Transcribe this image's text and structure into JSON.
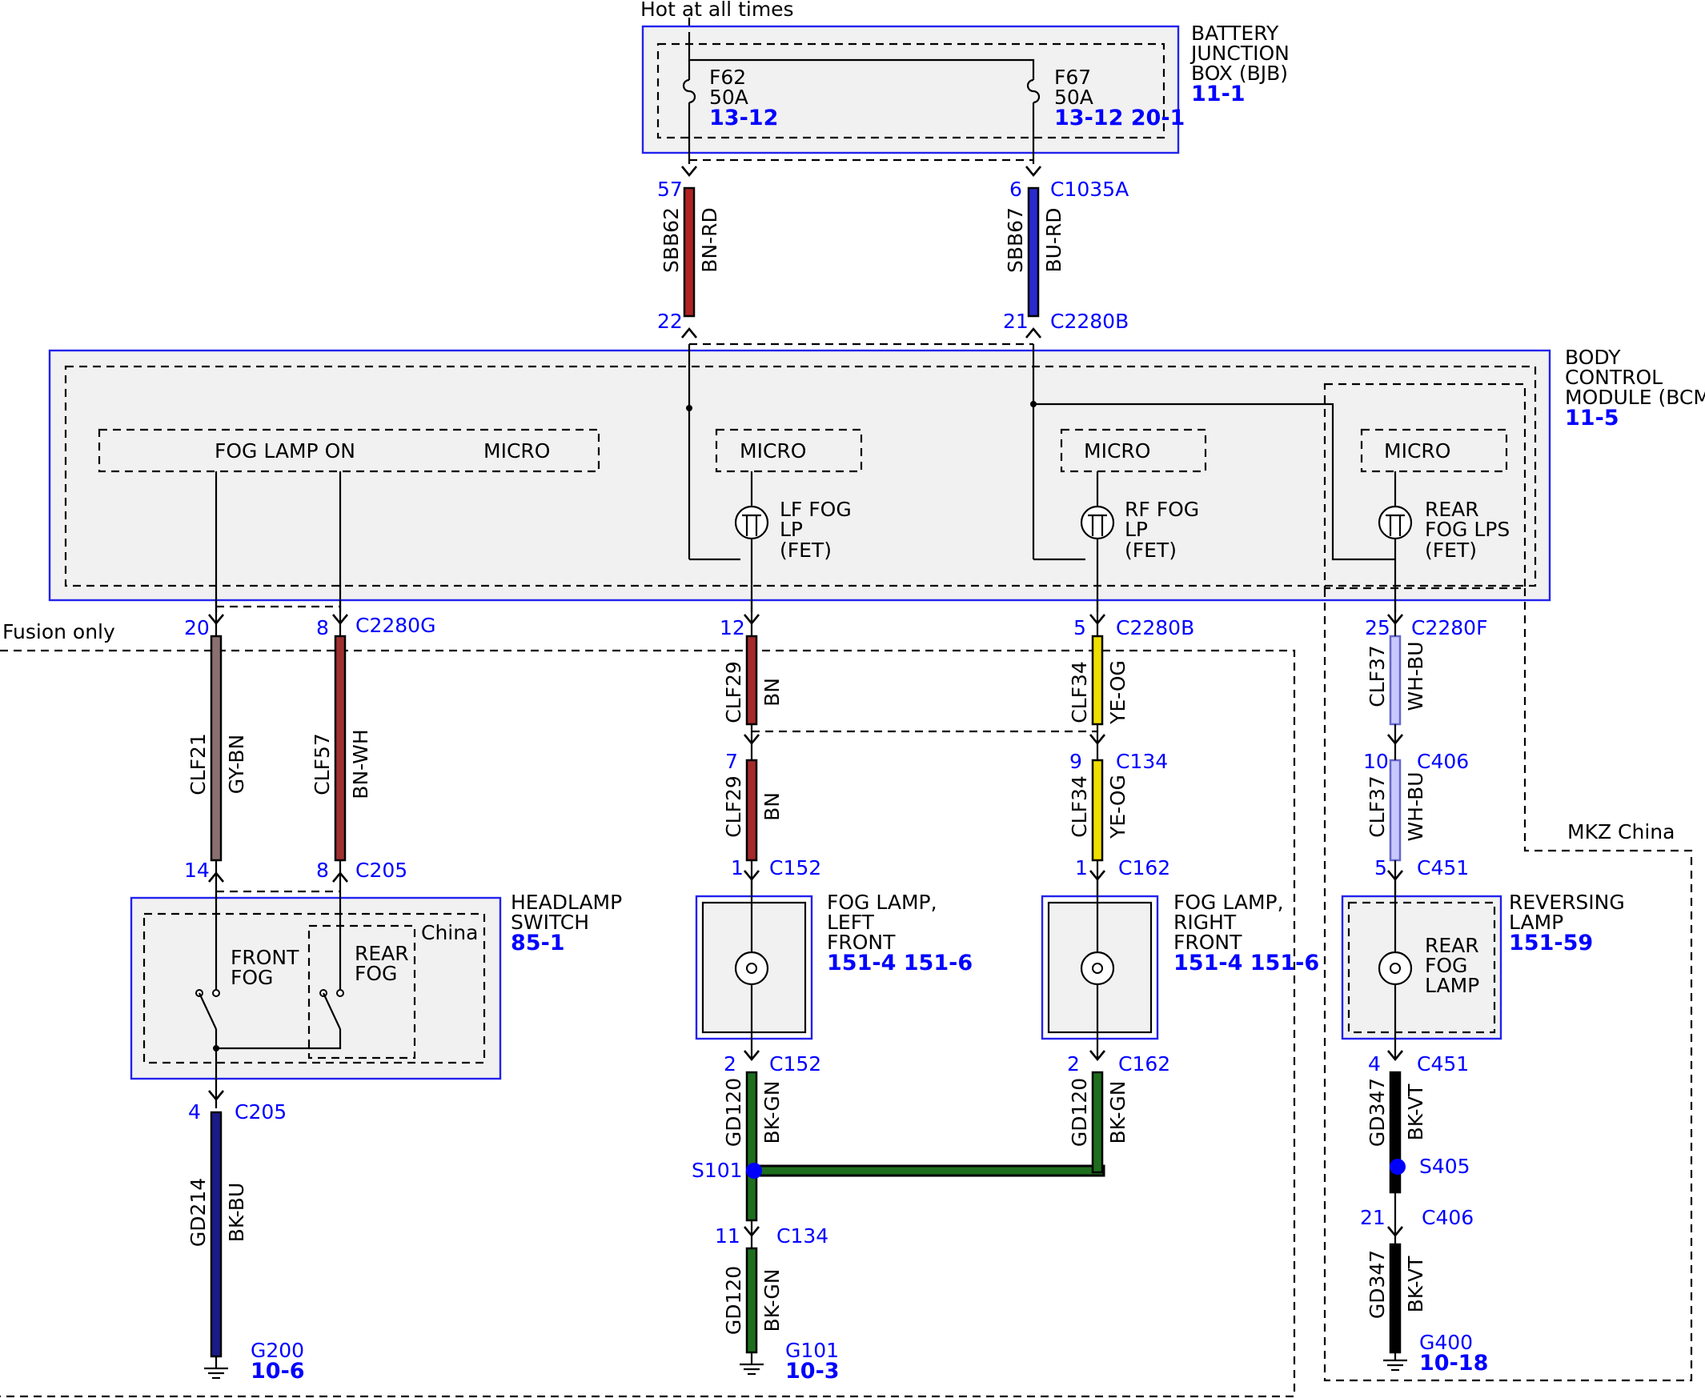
{
  "header": {
    "hot_label": "Hot at all times"
  },
  "bjb": {
    "lines": [
      "BATTERY",
      "JUNCTION",
      "BOX (BJB)"
    ],
    "ref": "11-1",
    "fuse1": {
      "name": "F62",
      "rating": "50A",
      "ref": "13-12"
    },
    "fuse2": {
      "name": "F67",
      "rating": "50A",
      "ref": "13-12 20-1"
    }
  },
  "bcm": {
    "lines": [
      "BODY",
      "CONTROL",
      "MODULE (BCM)"
    ],
    "ref": "11-5",
    "fog_lamp_on": "FOG LAMP ON",
    "micro": "MICRO",
    "lf_fet": [
      "LF FOG",
      "LP",
      "(FET)"
    ],
    "rf_fet": [
      "RF FOG",
      "LP",
      "(FET)"
    ],
    "rear_fet": [
      "REAR",
      "FOG LPS",
      "(FET)"
    ]
  },
  "regions": {
    "fusion_only": "Fusion only",
    "mkz_china": "MKZ China",
    "china": "China"
  },
  "headlamp_switch": {
    "lines": [
      "HEADLAMP",
      "SWITCH"
    ],
    "ref": "85-1",
    "front_fog": [
      "FRONT",
      "FOG"
    ],
    "rear_fog": [
      "REAR",
      "FOG"
    ]
  },
  "fog_left": {
    "lines": [
      "FOG LAMP,",
      "LEFT",
      "FRONT"
    ],
    "ref": "151-4 151-6"
  },
  "fog_right": {
    "lines": [
      "FOG LAMP,",
      "RIGHT",
      "FRONT"
    ],
    "ref": "151-4 151-6"
  },
  "reversing": {
    "lines": [
      "REVERSING",
      "LAMP"
    ],
    "ref": "151-59",
    "rear_fog_lamp": [
      "REAR",
      "FOG",
      "LAMP"
    ]
  },
  "wires": {
    "sbb62": {
      "circuit": "SBB62",
      "color": "BN-RD",
      "fill": "#b22222"
    },
    "sbb67": {
      "circuit": "SBB67",
      "color": "BU-RD",
      "fill": "#2a2ad0"
    },
    "clf21": {
      "circuit": "CLF21",
      "color": "GY-BN",
      "fill": "#8a7070"
    },
    "clf57": {
      "circuit": "CLF57",
      "color": "BN-WH",
      "fill": "#a03030"
    },
    "clf29a": {
      "circuit": "CLF29",
      "color": "BN",
      "fill": "#a52a2a"
    },
    "clf29b": {
      "circuit": "CLF29",
      "color": "BN",
      "fill": "#a52a2a"
    },
    "clf34a": {
      "circuit": "CLF34",
      "color": "YE-OG",
      "fill": "#f0e000"
    },
    "clf34b": {
      "circuit": "CLF34",
      "color": "YE-OG",
      "fill": "#f0e000"
    },
    "clf37a": {
      "circuit": "CLF37",
      "color": "WH-BU",
      "fill": "#c8c8ff"
    },
    "clf37b": {
      "circuit": "CLF37",
      "color": "WH-BU",
      "fill": "#c8c8ff"
    },
    "gd214": {
      "circuit": "GD214",
      "color": "BK-BU",
      "fill": "#1a1a8a"
    },
    "gd120a": {
      "circuit": "GD120",
      "color": "BK-GN",
      "fill": "#1e6e1e"
    },
    "gd120b": {
      "circuit": "GD120",
      "color": "BK-GN",
      "fill": "#1e6e1e"
    },
    "gd120c": {
      "circuit": "GD120",
      "color": "BK-GN",
      "fill": "#1e6e1e"
    },
    "gd347a": {
      "circuit": "GD347",
      "color": "BK-VT",
      "fill": "#000000"
    },
    "gd347b": {
      "circuit": "GD347",
      "color": "BK-VT",
      "fill": "#000000"
    }
  },
  "pins": {
    "p57": "57",
    "p22": "22",
    "p6": "6",
    "p21": "21",
    "p20": "20",
    "p8a": "8",
    "p12": "12",
    "p5": "5",
    "p25": "25",
    "p7": "7",
    "p9": "9",
    "p10": "10",
    "p14": "14",
    "p8b": "8",
    "p1a": "1",
    "p1b": "1",
    "p5b": "5",
    "p4a": "4",
    "p2a": "2",
    "p2b": "2",
    "p4b": "4",
    "p11": "11",
    "p21b": "21"
  },
  "connectors": {
    "c1035a": "C1035A",
    "c2280b_top": "C2280B",
    "c2280g": "C2280G",
    "c2280b_mid": "C2280B",
    "c2280f": "C2280F",
    "c134a": "C134",
    "c406a": "C406",
    "c205a": "C205",
    "c152a": "C152",
    "c162a": "C162",
    "c451a": "C451",
    "c205b": "C205",
    "c152b": "C152",
    "c162b": "C162",
    "c451b": "C451",
    "c134b": "C134",
    "c406b": "C406"
  },
  "splices": {
    "s101": "S101",
    "s405": "S405"
  },
  "grounds": {
    "g200": {
      "name": "G200",
      "ref": "10-6"
    },
    "g101": {
      "name": "G101",
      "ref": "10-3"
    },
    "g400": {
      "name": "G400",
      "ref": "10-18"
    }
  }
}
